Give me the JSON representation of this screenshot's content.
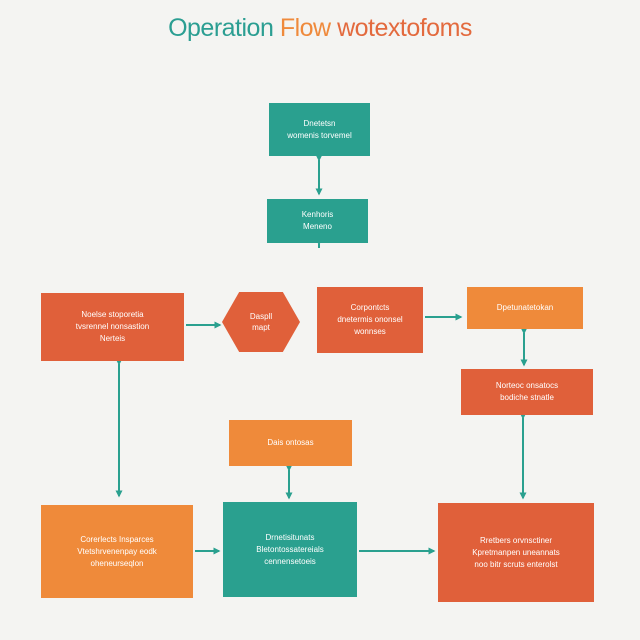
{
  "title": {
    "part1": "Operation",
    "part2": "Flow",
    "part3": "wotextofoms"
  },
  "colors": {
    "teal": "#2aa08f",
    "red": "#e0603a",
    "orange": "#ef8a3a",
    "arrow": "#2aa08f",
    "background": "#f4f4f2"
  },
  "nodes": {
    "top_box": {
      "line1": "Dnetetsn",
      "line2": "womenis torvemel"
    },
    "second_box": {
      "line1": "Kenhoris",
      "line2": "Meneno"
    },
    "left_box": {
      "line1": "Noelse stoporetia",
      "line2": "tvsrennel nonsastion",
      "line3": "Nerteis"
    },
    "diamond": {
      "line1": "Daspll",
      "line2": "mapt"
    },
    "center_box": {
      "line1": "Corpontcts",
      "line2": "dnetermis ononsel",
      "line3": "wonnses"
    },
    "right_top_box": {
      "line1": "Dpetunatetokan"
    },
    "right_mid_box": {
      "line1": "Norteoc onsatocs",
      "line2": "bodiche stnatle"
    },
    "mid_orange_box": {
      "line1": "Dais ontosas"
    },
    "bottom_left_box": {
      "line1": "Corerlects Insparces",
      "line2": "Vtetshrvenenpay eodk",
      "line3": "oheneurseqlon"
    },
    "bottom_center_box": {
      "line1": "Drnetisitunats",
      "line2": "Bletontossatereials",
      "line3": "cennensetoeis"
    },
    "bottom_right_box": {
      "line1": "Rretbers orvnsctiner",
      "line2": "Kpretmanpen uneannats",
      "line3": "noo bitr scruts enterolst"
    }
  }
}
